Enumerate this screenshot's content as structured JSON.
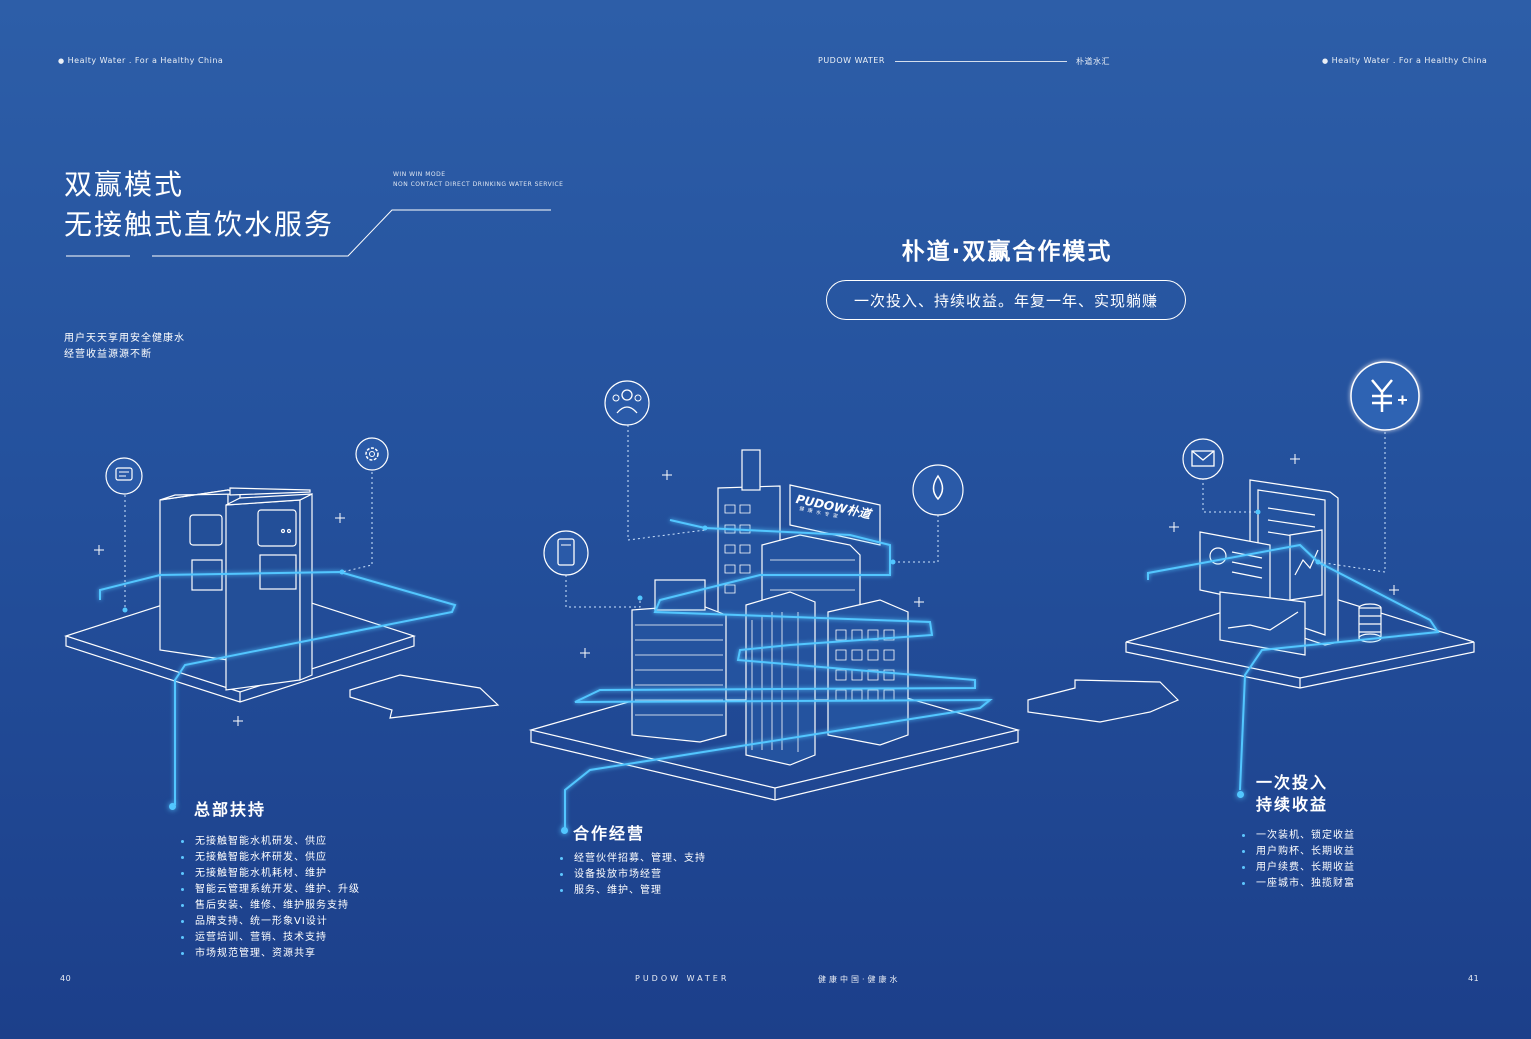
{
  "header": {
    "left_tagline": "Healty Water . For a Healthy China",
    "center_brand": "PUDOW WATER",
    "center_right": "朴道水汇",
    "right_tagline": "Healty Water . For a Healthy China"
  },
  "hero": {
    "title_line1": "双赢模式",
    "title_line2": "无接触式直饮水服务",
    "en_line1": "WIN WIN MODE",
    "en_line2": "NON CONTACT DIRECT DRINKING WATER SERVICE",
    "desc_line1": "用户天天享用安全健康水",
    "desc_line2": "经营收益源源不断"
  },
  "model": {
    "title": "朴道·双赢合作模式",
    "slogan": "一次投入、持续收益。年复一年、实现躺赚"
  },
  "billboard": {
    "brand": "PUDOW朴道",
    "sub": "健 康 水 专 家"
  },
  "sections": {
    "hq": {
      "title": "总部扶持",
      "items": [
        "无接触智能水机研发、供应",
        "无接触智能水杯研发、供应",
        "无接触智能水机耗材、维护",
        "智能云管理系统开发、维护、升级",
        "售后安装、维修、维护服务支持",
        "品牌支持、统一形象VI设计",
        "运营培训、营销、技术支持",
        "市场规范管理、资源共享"
      ]
    },
    "coop": {
      "title": "合作经营",
      "items": [
        "经营伙伴招募、管理、支持",
        "设备投放市场经营",
        "服务、维护、管理"
      ]
    },
    "income": {
      "title_line1": "一次投入",
      "title_line2": "持续收益",
      "items": [
        "一次装机、锁定收益",
        "用户购杯、长期收益",
        "用户续费、长期收益",
        "一座城市、独揽财富"
      ]
    }
  },
  "footer": {
    "page_left": "40",
    "brand": "PUDOW  WATER",
    "slogan": "健康中国·健康水",
    "page_right": "41"
  },
  "icons": {
    "chat": "chat-icon",
    "gear": "gear-icon",
    "people": "people-icon",
    "phone": "phone-icon",
    "drop": "water-drop-icon",
    "mail": "mail-icon",
    "yuan": "yuan-plus-icon"
  },
  "colors": {
    "accent": "#52c6ff",
    "background_top": "#2d5ea8",
    "background_bottom": "#1c3f8a"
  }
}
